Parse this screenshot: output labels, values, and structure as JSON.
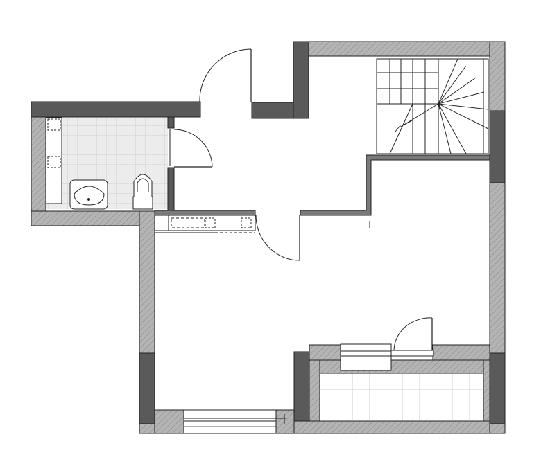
{
  "drawing": {
    "type": "floor-plan",
    "view": "top",
    "labels": [],
    "colors": {
      "background": "#ffffff",
      "wall_hatch": "#b4b4b4",
      "wall_hatch_line": "#8a8a8a",
      "wall_solid": "#5a5a5a",
      "outline": "#222222",
      "tile_fill": "#ececec",
      "tile_line": "#cfcfcf",
      "fixture_fill": "#ffffff"
    }
  },
  "rooms": [
    {
      "id": "bathroom",
      "floor": "tiled"
    },
    {
      "id": "hall",
      "floor": "plain"
    },
    {
      "id": "main-room",
      "floor": "plain"
    },
    {
      "id": "stair-hall",
      "floor": "plain"
    },
    {
      "id": "balcony",
      "floor": "tiled"
    }
  ],
  "fixtures": [
    {
      "id": "washbasin",
      "room": "bathroom"
    },
    {
      "id": "toilet",
      "room": "bathroom"
    },
    {
      "id": "bathroom-counter",
      "room": "bathroom"
    },
    {
      "id": "wardrobe",
      "room": "hall"
    },
    {
      "id": "staircase",
      "room": "stair-hall",
      "direction": "up"
    }
  ],
  "openings": [
    {
      "id": "entrance-door",
      "type": "door"
    },
    {
      "id": "bathroom-door",
      "type": "door"
    },
    {
      "id": "room-door",
      "type": "door"
    },
    {
      "id": "balcony-door",
      "type": "door"
    },
    {
      "id": "front-window",
      "type": "window"
    },
    {
      "id": "balcony-window",
      "type": "window"
    }
  ]
}
